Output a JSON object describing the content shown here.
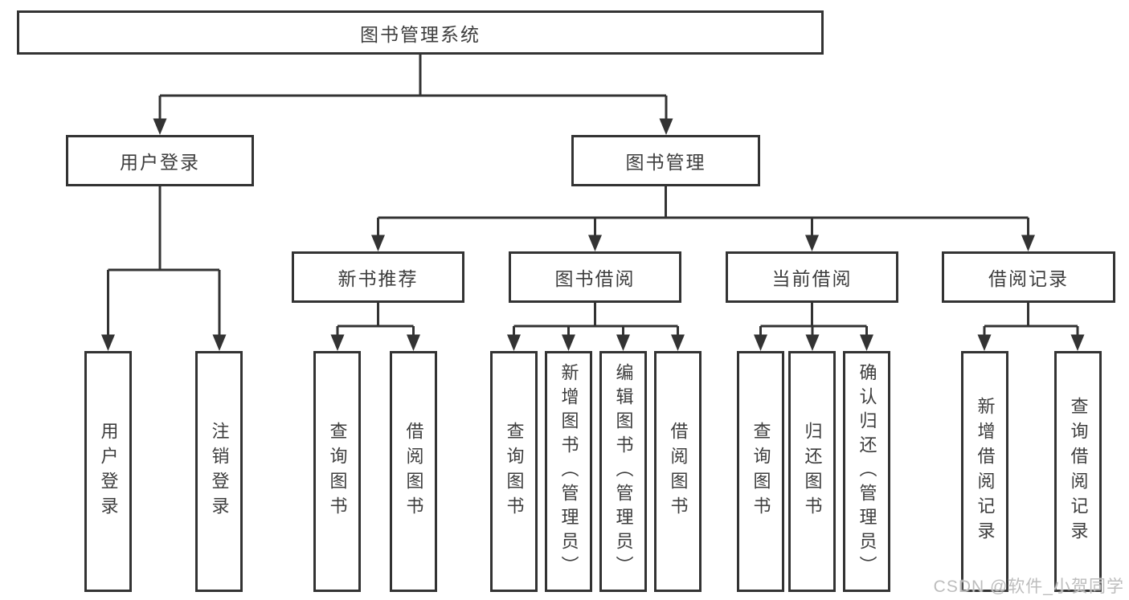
{
  "diagram": {
    "title": "图书管理系统",
    "branches": [
      {
        "label": "用户登录",
        "children": [
          {
            "label": "用户登录"
          },
          {
            "label": "注销登录"
          }
        ]
      },
      {
        "label": "图书管理",
        "children": [
          {
            "label": "新书推荐",
            "children": [
              {
                "label": "查询图书"
              },
              {
                "label": "借阅图书"
              }
            ]
          },
          {
            "label": "图书借阅",
            "children": [
              {
                "label": "查询图书"
              },
              {
                "label": "新增图书（管理员）"
              },
              {
                "label": "编辑图书（管理员）"
              },
              {
                "label": "借阅图书"
              }
            ]
          },
          {
            "label": "当前借阅",
            "children": [
              {
                "label": "查询图书"
              },
              {
                "label": "归还图书"
              },
              {
                "label": "确认归还（管理员）"
              }
            ]
          },
          {
            "label": "借阅记录",
            "children": [
              {
                "label": "新增借阅记录"
              },
              {
                "label": "查询借阅记录"
              }
            ]
          }
        ]
      }
    ]
  },
  "watermark": {
    "text": "CSDN @软件_小贺同学"
  },
  "colors": {
    "line": "#333333",
    "box_border": "#333333",
    "text": "#3d3d3d",
    "background": "#ffffff",
    "watermark": "#bdbdbd"
  }
}
